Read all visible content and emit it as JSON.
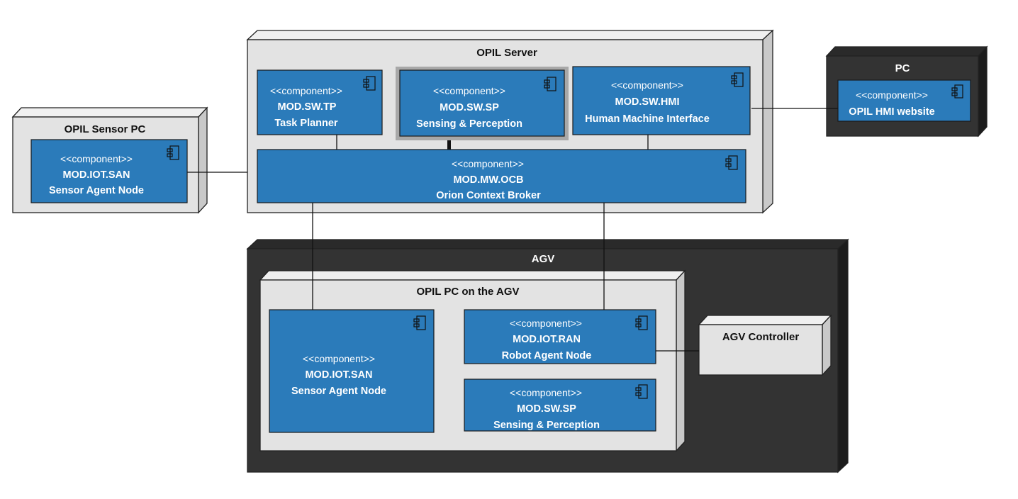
{
  "nodes": {
    "opil_server": {
      "title": "OPIL Server"
    },
    "opil_sensor_pc": {
      "title": "OPIL Sensor PC"
    },
    "pc": {
      "title": "PC"
    },
    "agv": {
      "title": "AGV"
    },
    "opil_pc_agv": {
      "title": "OPIL PC on the AGV"
    },
    "agv_controller": {
      "title": "AGV Controller"
    }
  },
  "components": {
    "tp": {
      "stereotype": "<<component>>",
      "name": "MOD.SW.TP",
      "desc": "Task Planner"
    },
    "sp_server": {
      "stereotype": "<<component>>",
      "name": "MOD.SW.SP",
      "desc": "Sensing & Perception"
    },
    "hmi": {
      "stereotype": "<<component>>",
      "name": "MOD.SW.HMI",
      "desc": "Human Machine Interface"
    },
    "ocb": {
      "stereotype": "<<component>>",
      "name": "MOD.MW.OCB",
      "desc": "Orion Context Broker"
    },
    "san_sensorpc": {
      "stereotype": "<<component>>",
      "name": "MOD.IOT.SAN",
      "desc": "Sensor Agent Node"
    },
    "hmi_website": {
      "stereotype": "<<component>>",
      "name": "OPIL HMI website"
    },
    "san_agv": {
      "stereotype": "<<component>>",
      "name": "MOD.IOT.SAN",
      "desc": "Sensor Agent Node"
    },
    "ran": {
      "stereotype": "<<component>>",
      "name": "MOD.IOT.RAN",
      "desc": "Robot Agent Node"
    },
    "sp_agv": {
      "stereotype": "<<component>>",
      "name": "MOD.SW.SP",
      "desc": "Sensing & Perception"
    }
  },
  "colors": {
    "component_fill": "#2b7bba",
    "node_light": "#e3e3e3",
    "node_dark": "#333333",
    "highlight_frame": "#a8a8a8"
  },
  "icons": {
    "component": "component-icon"
  }
}
